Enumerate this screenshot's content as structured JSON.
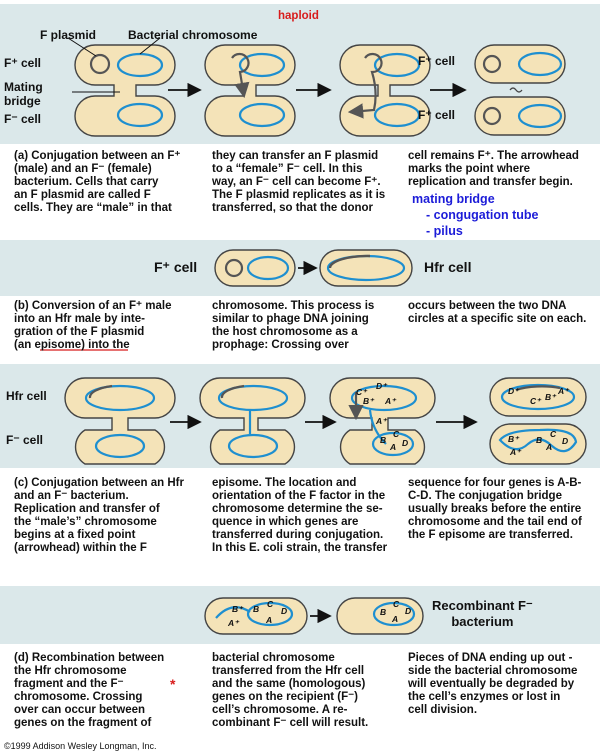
{
  "panel_a": {
    "top_labels": {
      "plasmid": "F plasmid",
      "chromosome": "Bacterial chromosome",
      "haploid": "haploid"
    },
    "side_labels": {
      "fplus": "F⁺ cell",
      "bridge": "Mating\nbridge",
      "fminus": "F⁻ cell"
    },
    "result_labels": {
      "fplus": "F⁺ cell",
      "fplus2": "F⁺ cell"
    },
    "caption": [
      "(a) Conjugation between an F⁺\n     (male) and an F⁻ (female)\n     bacterium. Cells that carry\n     an F plasmid are called F\n     cells. They are “male” in that",
      "they can transfer an F plasmid\nto a “female” F⁻ cell. In this\nway, an F⁻ cell can become  F⁺.\nThe F plasmid replicates as it is\ntransferred, so that the donor",
      "cell remains F⁺. The arrowhead\nmarks the point where\nreplication and transfer begin."
    ],
    "notes": {
      "head": "mating bridge",
      "item1": "- congugation tube",
      "item2": "- pilus"
    }
  },
  "panel_b": {
    "fplus": "F⁺ cell",
    "hfr": "Hfr cell",
    "caption": [
      "(b) Conversion of an F⁺ male\n     into an Hfr male by inte-\n     gration of the F plasmid\n     (an episome) into the",
      "chromosome. This process is\nsimilar to phage DNA joining\nthe host chromosome as a\nprophage: Crossing over",
      "occurs between the two DNA\ncircles at a specific site on each."
    ]
  },
  "panel_c": {
    "hfr": "Hfr cell",
    "fminus": "F⁻ cell",
    "genes": {
      "a": "A",
      "b": "B",
      "c": "C",
      "d": "D",
      "a2": "A⁺",
      "b2": "B⁺",
      "c2": "C⁺",
      "d2": "D⁺"
    },
    "caption": [
      "(c) Conjugation between an Hfr\n     and an F⁻ bacterium.\n     Replication and transfer of\n     the “male’s” chromosome\n     begins at a fixed point\n     (arrowhead) within the F",
      "episome. The location and\norientation of the F factor in the\nchromosome determine the se-\nquence in which genes are\ntransferred during conjugation.\nIn this E. coli strain, the transfer",
      "sequence for four genes is A-B-\nC-D. The conjugation bridge\nusually breaks before the entire\nchromosome and the tail end of\nthe F episome are transferred."
    ]
  },
  "panel_d": {
    "result": "Recombinant F⁻\nbacterium",
    "star": "*",
    "caption": [
      "(d) Recombination between\n     the Hfr chromosome\n     fragment and the F⁻\n     chromosome. Crossing\n     over can occur between\n     genes on the fragment of",
      "bacterial chromosome\ntransferred from the Hfr cell\nand the same (homologous)\ngenes on the recipient (F⁻)\ncell’s chromosome. A re-\ncombinant F⁻ cell will result.",
      "Pieces of DNA ending up out -\nside the bacterial chromosome\nwill eventually be degraded by\nthe cell’s enzymes or lost in\ncell division."
    ]
  },
  "copyright": "©1999 Addison Wesley Longman, Inc.",
  "colors": {
    "band": "#dbe8ea",
    "cell_fill": "#f4e3b8",
    "dna": "#1e8fd0",
    "plasmid": "#555555",
    "note_blue": "#1c1cd8",
    "haploid_red": "#d81c1c"
  }
}
